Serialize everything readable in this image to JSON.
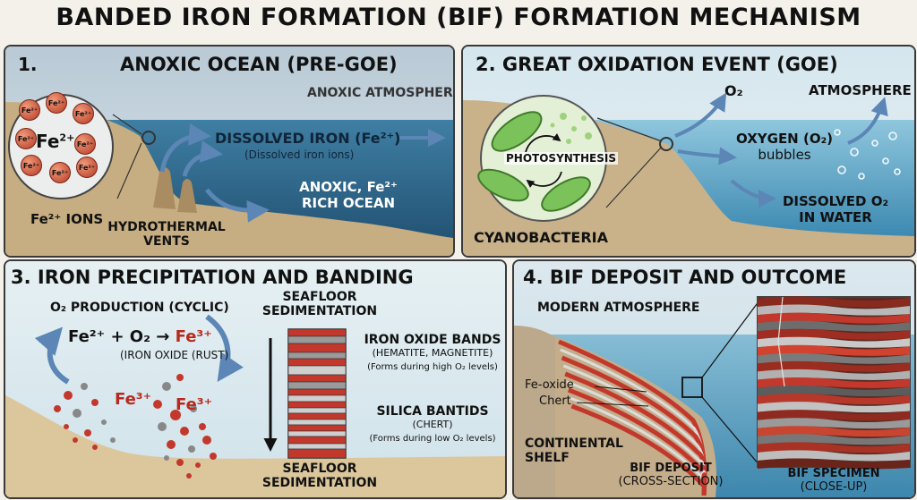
{
  "title": "BANDED IRON FORMATION (BIF) FORMATION MECHANISM",
  "panel1": {
    "number": "1.",
    "heading": "ANOXIC OCEAN (PRE-GOE)",
    "atmosphere": "ANOXIC ATMOSPHERE",
    "ion_center_base": "Fe",
    "ion_center_sup": "2+",
    "ion_small": "Fe²⁺",
    "ions_label": "Fe²⁺ IONS",
    "dissolved_iron": "DISSOLVED IRON (Fe²⁺)",
    "dissolved_iron_sub": "(Dissolved iron ions)",
    "ocean_line1": "ANOXIC, Fe²⁺",
    "ocean_line2": "RICH OCEAN",
    "vents_line1": "HYDROTHERMAL",
    "vents_line2": "VENTS"
  },
  "panel2": {
    "heading": "2. GREAT OXIDATION EVENT (GOE)",
    "o2": "O₂",
    "atmosphere": "ATMOSPHERE",
    "photosynthesis": "PHOTOSYNTHESIS",
    "oxygen_line1": "OXYGEN (O₂)",
    "oxygen_line2": "bubbles",
    "dissolved_line1": "DISSOLVED O₂",
    "dissolved_line2": "IN WATER",
    "cyanobacteria": "CYANOBACTERIA"
  },
  "panel3": {
    "heading": "3. IRON PRECIPITATION AND BANDING",
    "o2_production": "O₂ PRODUCTION (CYCLIC)",
    "eq_fe2": "Fe²⁺",
    "eq_plus": "+ O₂ →",
    "eq_fe3": "Fe³⁺",
    "iron_oxide_rust": "(IRON OXIDE (RUST)",
    "fe3_left": "Fe³⁺",
    "fe3_right": "Fe³⁺",
    "sed_top_line1": "SEAFLOOR",
    "sed_top_line2": "SEDIMENTATION",
    "iron_bands": "IRON OXIDE BANDS",
    "iron_bands_sub": "(HEMATITE, MAGNETITE)",
    "iron_bands_note": "(Forms during high O₂ levels)",
    "silica_bands": "SILICA BANTIDS",
    "silica_bands_sub": "(CHERT)",
    "silica_bands_note": "(Forms during low O₂ levels)",
    "sed_bottom_line1": "SEAFLOOR",
    "sed_bottom_line2": "SEDIMENTATION"
  },
  "panel4": {
    "heading": "4. BIF DEPOSIT AND OUTCOME",
    "modern_atmosphere": "MODERN ATMOSPHERE",
    "fe_oxide": "Fe-oxide",
    "chert": "Chert",
    "shelf_line1": "CONTINENTAL",
    "shelf_line2": "SHELF",
    "deposit_line1": "BIF DEPOSIT",
    "deposit_line2": "(CROSS-SECTION)",
    "specimen_line1": "BIF SPECIMEN",
    "specimen_line2": "(CLOSE-UP)"
  },
  "colors": {
    "sky": "#cfdde6",
    "ocean": "#3c7fa4",
    "iron_red": "#c3382c",
    "chert_grey": "#9a9a9a",
    "sediment": "#dcc79c",
    "cyan_green": "#7cc25a",
    "arrow_blue": "#5b86b5"
  }
}
